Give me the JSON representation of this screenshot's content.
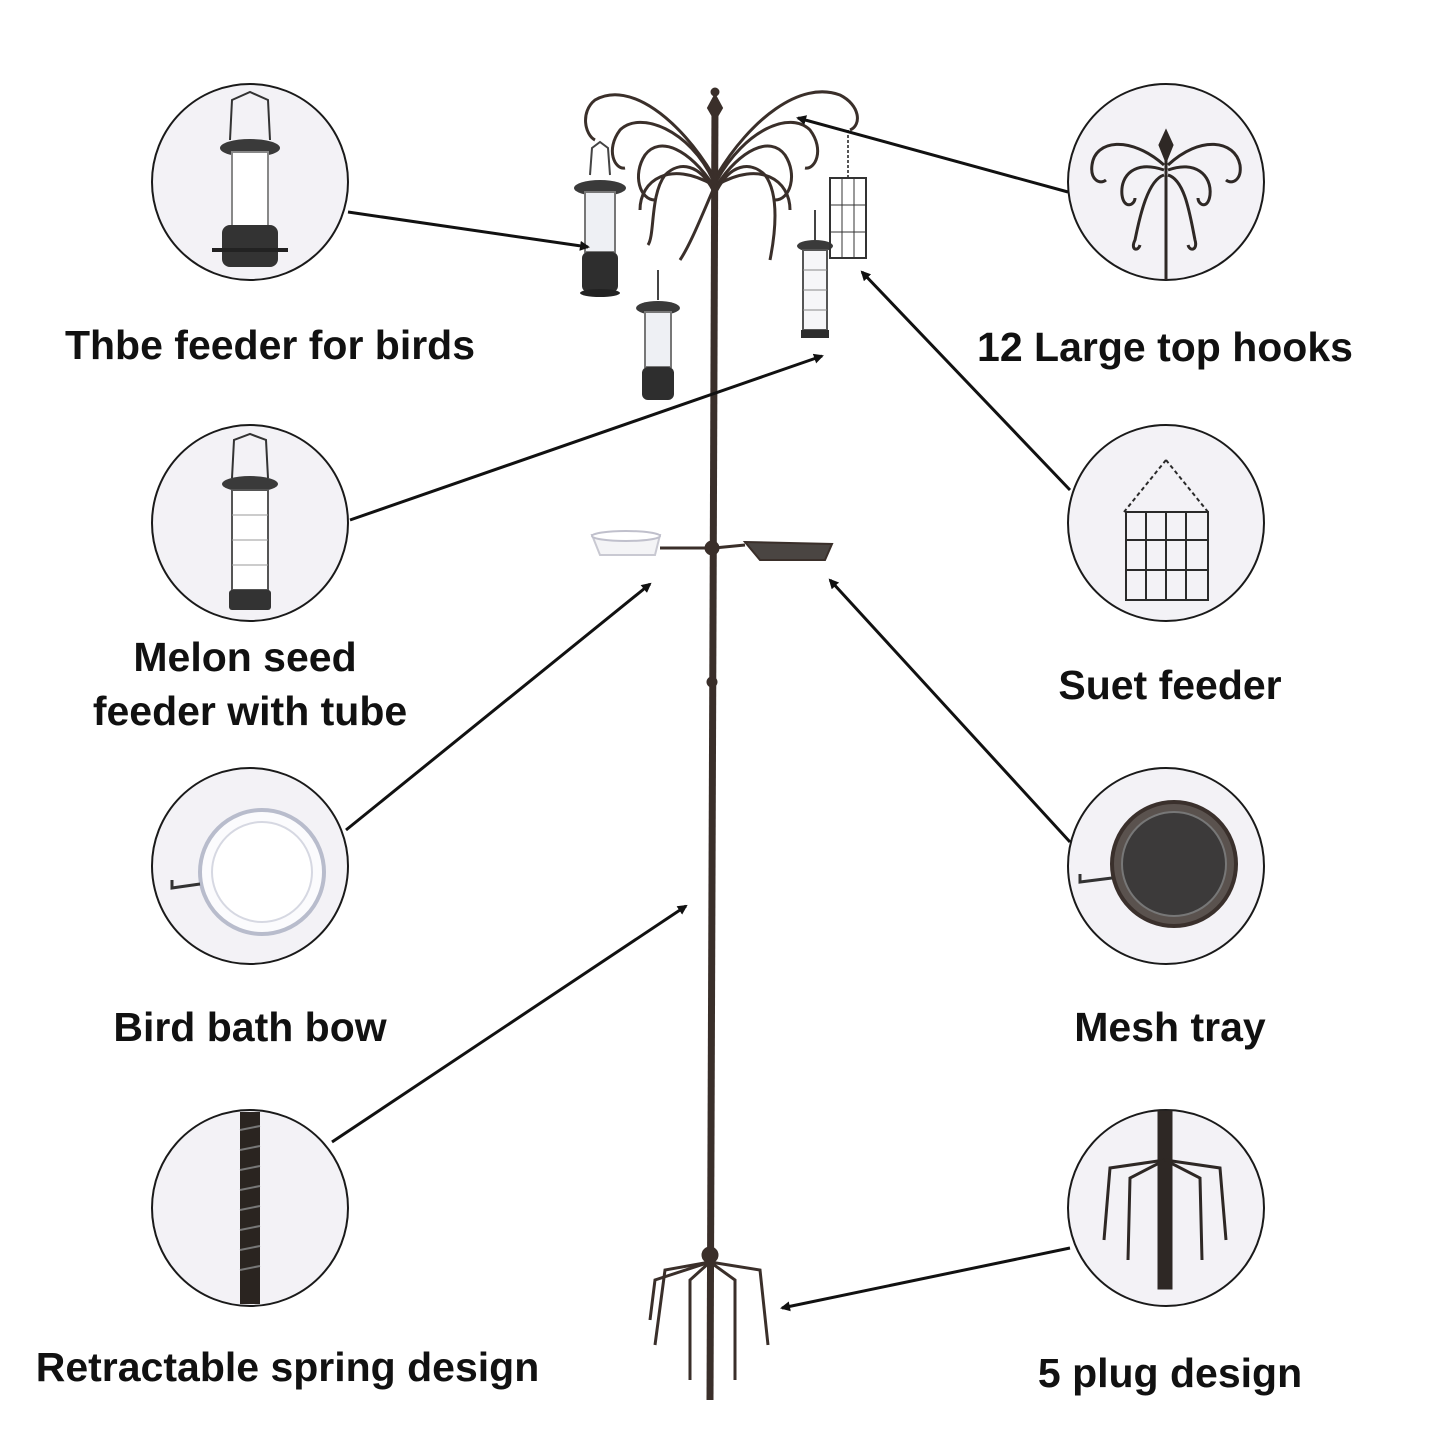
{
  "labels": {
    "tube_feeder": "Thbe feeder for birds",
    "melon_feeder_line1": "Melon seed",
    "melon_feeder_line2": "feeder with tube",
    "bird_bath": "Bird bath bow",
    "spring": "Retractable spring design",
    "top_hooks": "12 Large top hooks",
    "suet_feeder": "Suet feeder",
    "mesh_tray": "Mesh tray",
    "plug": "5 plug design"
  },
  "colors": {
    "background": "#ffffff",
    "text": "#111111",
    "metal": "#3a2f2a",
    "circle_border": "#1a1a1a"
  },
  "icons": [
    "tube-feeder-icon",
    "mesh-feeder-icon",
    "bird-bath-icon",
    "spring-icon",
    "hooks-icon",
    "suet-cage-icon",
    "mesh-tray-icon",
    "plug-stake-icon"
  ]
}
